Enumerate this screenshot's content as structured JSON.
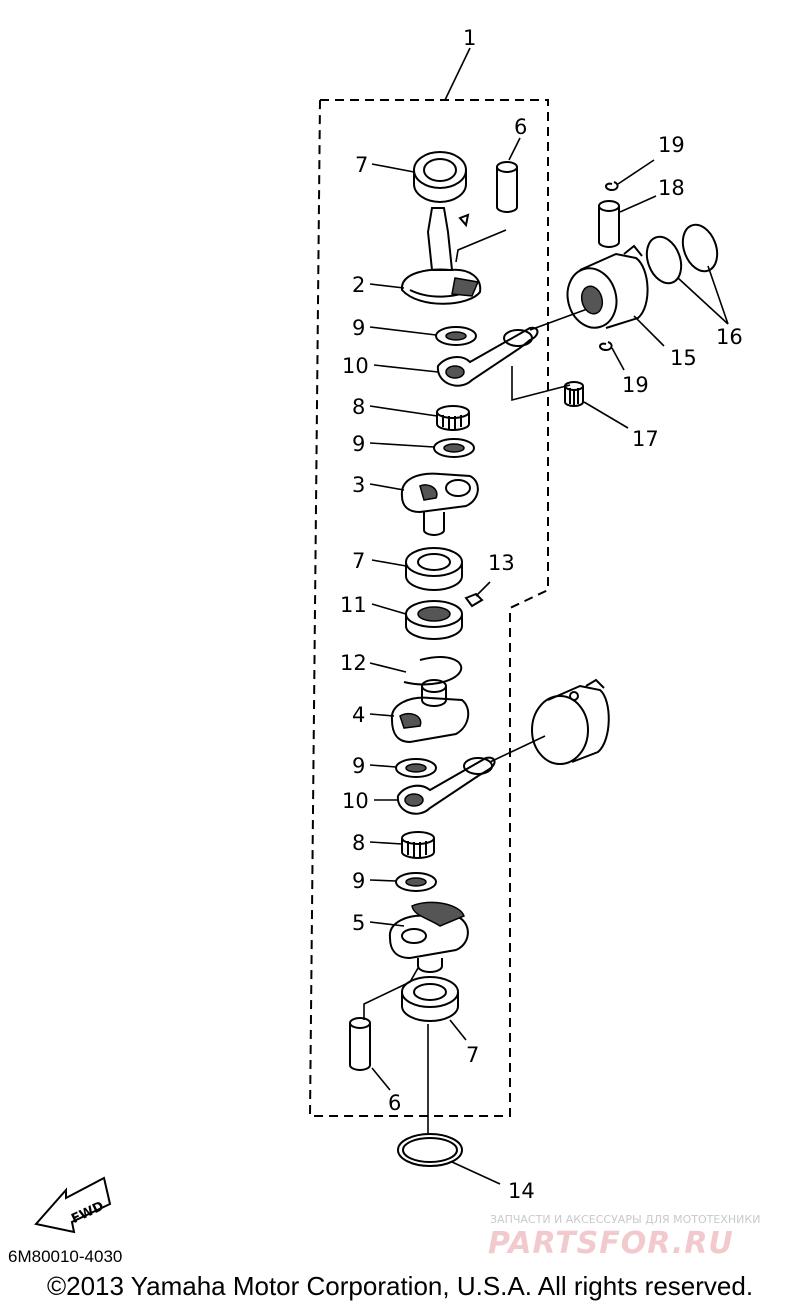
{
  "diagram": {
    "callouts": [
      "1",
      "6",
      "7",
      "2",
      "9",
      "10",
      "8",
      "9",
      "3",
      "7",
      "13",
      "11",
      "12",
      "4",
      "9",
      "10",
      "8",
      "9",
      "5",
      "7",
      "6",
      "14",
      "19",
      "18",
      "16",
      "15",
      "19",
      "17"
    ],
    "fwd_label": "FWD",
    "drawing_code": "6M80010-4030",
    "copyright": "©2013 Yamaha Motor Corporation, U.S.A. All rights reserved.",
    "watermark": {
      "tagline": "ЗАПЧАСТИ И АКСЕССУАРЫ ДЛЯ МОТОТЕХНИКИ",
      "brand": "PARTSFOR.RU"
    }
  }
}
